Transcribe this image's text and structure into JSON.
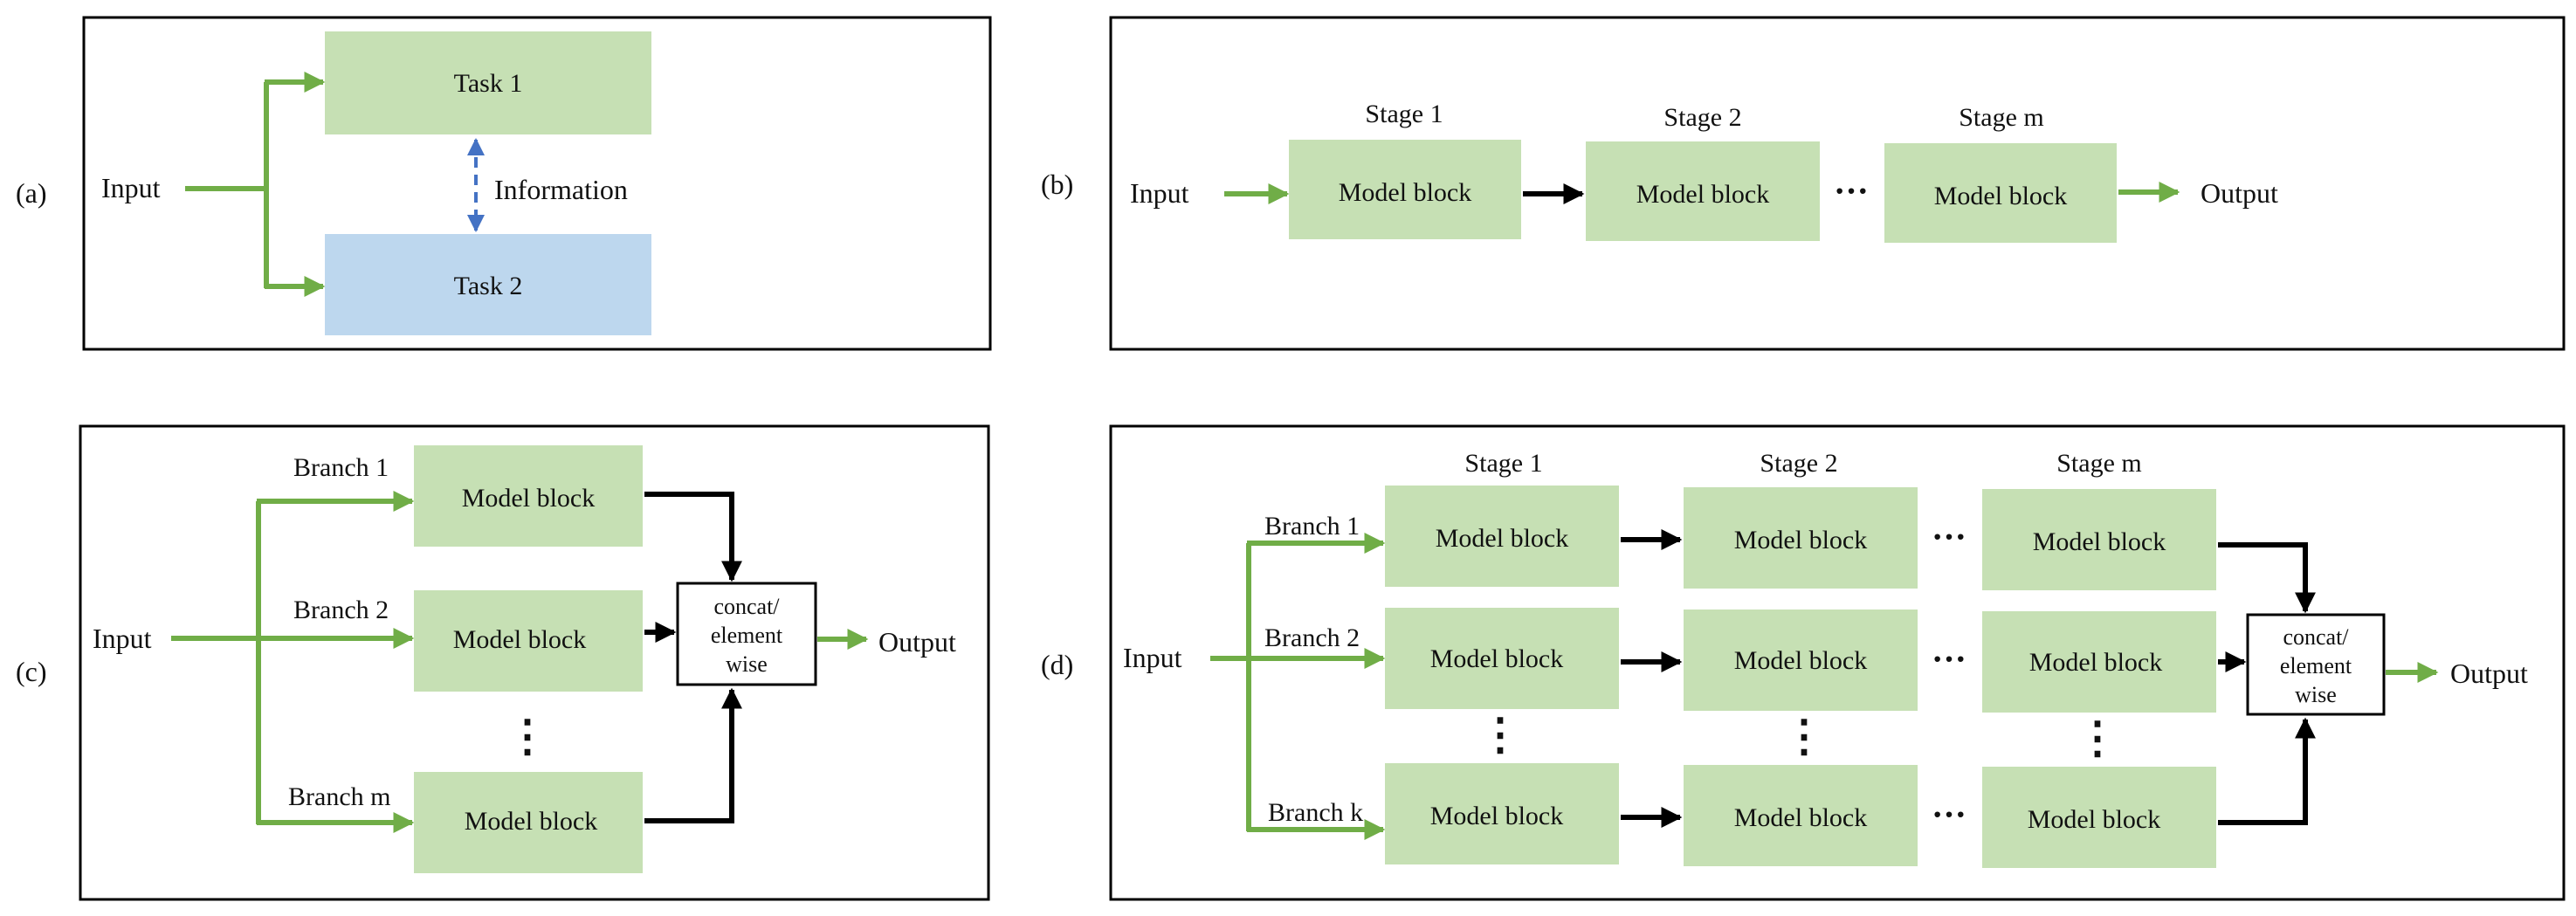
{
  "panels": {
    "a": {
      "label": "(a)",
      "input": "Input",
      "task1": "Task 1",
      "task2": "Task 2",
      "information": "Information"
    },
    "b": {
      "label": "(b)",
      "input": "Input",
      "output": "Output",
      "stages": [
        "Stage 1",
        "Stage 2",
        "Stage  m"
      ],
      "block": "Model block",
      "dots": "···"
    },
    "c": {
      "label": "(c)",
      "input": "Input",
      "output": "Output",
      "branches": [
        "Branch 1",
        "Branch 2",
        "Branch m"
      ],
      "block": "Model block",
      "merge": [
        "concat/",
        "element",
        "wise"
      ],
      "vdots": "⋮"
    },
    "d": {
      "label": "(d)",
      "input": "Input",
      "output": "Output",
      "stages": [
        "Stage 1",
        "Stage  2",
        "Stage  m"
      ],
      "branches": [
        "Branch 1",
        "Branch 2",
        "Branch k"
      ],
      "block": "Model block",
      "merge": [
        "concat/",
        "element",
        "wise"
      ],
      "dots": "···",
      "vdots": "⋮"
    }
  },
  "colors": {
    "green_block": "#c6e0b4",
    "blue_block": "#bdd7ee",
    "green_arrow": "#70ad47",
    "blue_dashed": "#4472c4",
    "black": "#000000"
  }
}
